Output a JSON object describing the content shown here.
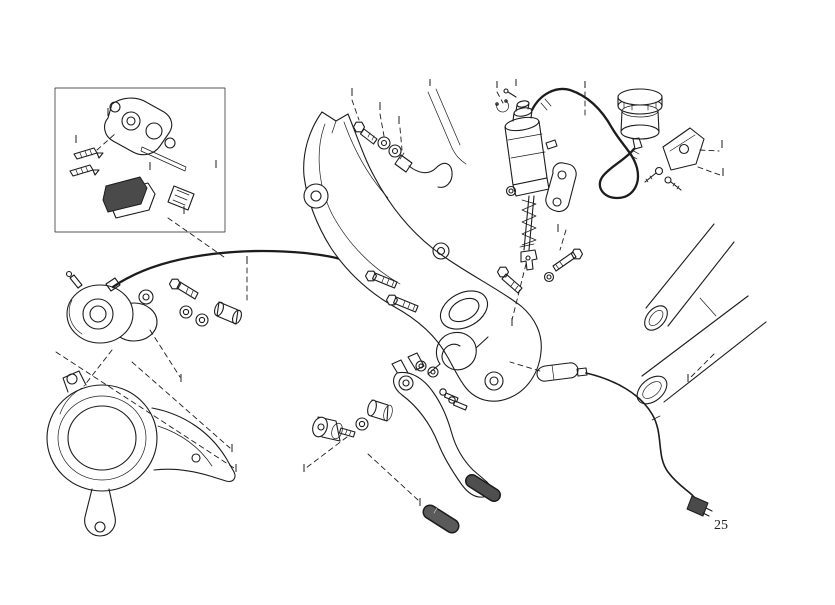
{
  "page": {
    "number": "25",
    "background_color": "#ffffff",
    "line_color": "#1c1c1c",
    "dark_fill_color": "#4a4a4a"
  },
  "diagram": {
    "kind": "exploded-parts-line-drawing",
    "subject": "rear-brake-system",
    "assemblies": [
      {
        "name": "brake-pad-inset-box"
      },
      {
        "name": "rear-brake-caliper"
      },
      {
        "name": "caliper-brake-hose"
      },
      {
        "name": "banjo-bolt-and-washers"
      },
      {
        "name": "disc-guard-plate"
      },
      {
        "name": "frame-bracket-plate"
      },
      {
        "name": "rear-master-cylinder"
      },
      {
        "name": "pushrod-and-spring"
      },
      {
        "name": "fluid-reservoir"
      },
      {
        "name": "reservoir-hose"
      },
      {
        "name": "reservoir-bracket"
      },
      {
        "name": "frame-tubes"
      },
      {
        "name": "brake-light-switch"
      },
      {
        "name": "switch-cable"
      },
      {
        "name": "brake-pedal"
      },
      {
        "name": "pedal-return-spring"
      },
      {
        "name": "pivot-bolt"
      },
      {
        "name": "pedal-rubber"
      }
    ]
  }
}
